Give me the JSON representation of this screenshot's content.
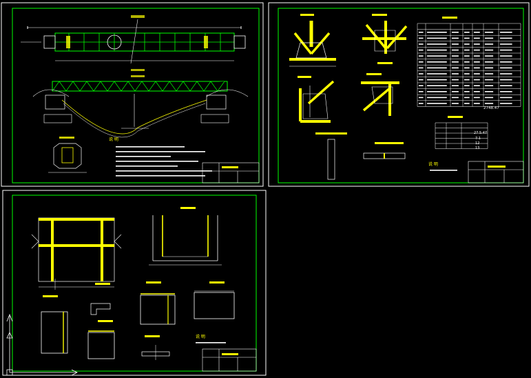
{
  "colors": {
    "background": "#000000",
    "frame": "#00ff00",
    "line_white": "#ffffff",
    "truss_green": "#00ff00",
    "steel_yellow": "#ffff00",
    "text_white": "#ffffff",
    "label_yellow": "#ffff00",
    "accent_cyan": "#00ffff",
    "accent_red": "#ff3333",
    "accent_magenta": "#ff00ff"
  },
  "sheets": [
    {
      "id": "sheet-1",
      "views": [
        "plan-view",
        "elevation-view",
        "section-1-1"
      ],
      "notes_title": "说 明"
    },
    {
      "id": "sheet-2",
      "views": [
        "node-detail-a",
        "node-detail-b",
        "node-detail-c",
        "node-detail-d",
        "material-table",
        "summary-table"
      ],
      "table_total": "2748.47",
      "summary_values": [
        "27.5.47",
        "7.1",
        "12",
        "13"
      ]
    },
    {
      "id": "sheet-3",
      "views": [
        "frame-elevation",
        "channel-section",
        "plate-details"
      ],
      "notes_title": "说 明"
    }
  ],
  "icons": {
    "ucs": "ucs-axis-icon"
  }
}
